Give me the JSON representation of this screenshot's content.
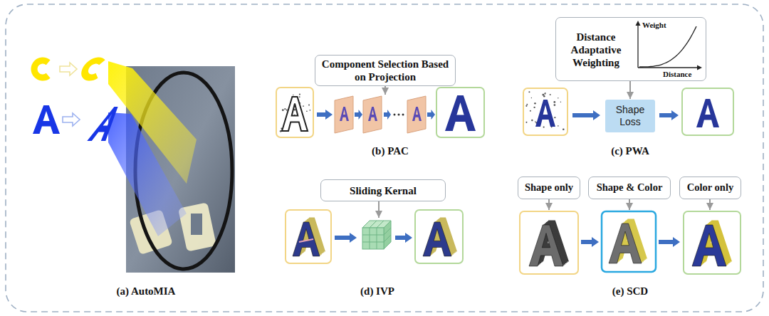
{
  "diagram": {
    "nodes": [
      {
        "text": [
          "Component Selection Based on Projection"
        ]
      },
      {
        "text": [
          "Distance Adaptative Weighting",
          "Weight",
          "Distance"
        ]
      },
      {
        "text": [
          "Shape Loss"
        ]
      },
      {
        "text": [
          "Sliding Kernal"
        ]
      },
      {
        "text": [
          "Shape only"
        ]
      },
      {
        "text": [
          "Shape & Color"
        ]
      },
      {
        "text": [
          "Color only"
        ]
      }
    ],
    "edges": [
      {
        "from": 1,
        "to": 2,
        "arrow": "to"
      }
    ],
    "labels": [
      "(a) AutoMIA",
      "(b) PAC",
      "(c) PWA",
      "(d) IVP",
      "(e) SCD"
    ]
  }
}
